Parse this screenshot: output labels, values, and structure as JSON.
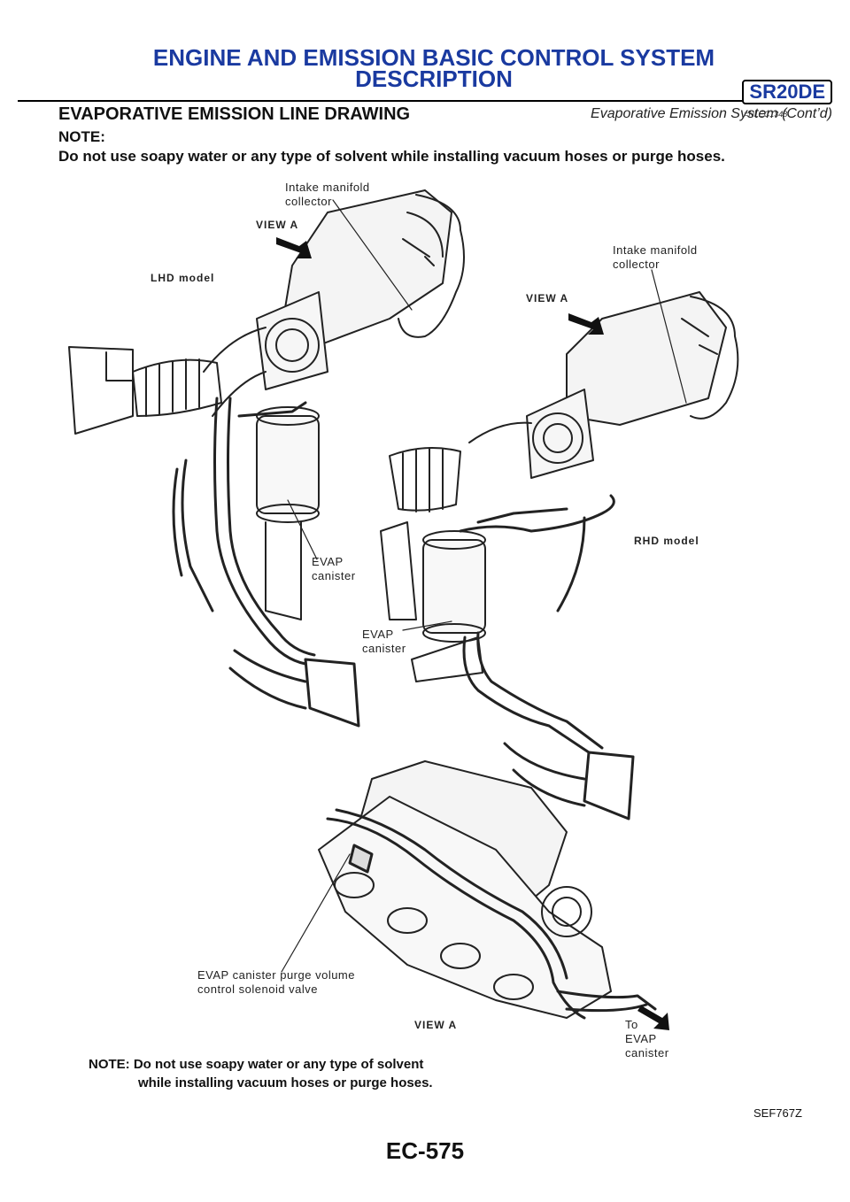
{
  "header": {
    "title_line1": "ENGINE AND EMISSION BASIC CONTROL SYSTEM",
    "title_line2": "DESCRIPTION",
    "badge": "SR20DE",
    "subtitle": "Evaporative Emission System (Cont’d)"
  },
  "section": {
    "title": "EVAPORATIVE EMISSION LINE DRAWING",
    "ref": "=NLEC1348",
    "note_label": "NOTE:",
    "note_text": "Do not use soapy water or any type of solvent while installing vacuum hoses or purge hoses."
  },
  "figure": {
    "labels": {
      "intake1": "Intake manifold\ncollector",
      "intake2": "Intake manifold\ncollector",
      "viewA1": "VIEW A",
      "viewA2": "VIEW A",
      "viewA3": "VIEW A",
      "lhd": "LHD model",
      "rhd": "RHD model",
      "evap1": "EVAP\ncanister",
      "evap2": "EVAP\ncanister",
      "solenoid": "EVAP canister purge volume\ncontrol solenoid valve",
      "to_evap": "To\nEVAP\ncanister"
    },
    "note_line1": "NOTE: Do not use soapy water or any type of solvent",
    "note_line2": "while installing vacuum hoses or purge hoses.",
    "code": "SEF767Z"
  },
  "page_number": "EC-575"
}
